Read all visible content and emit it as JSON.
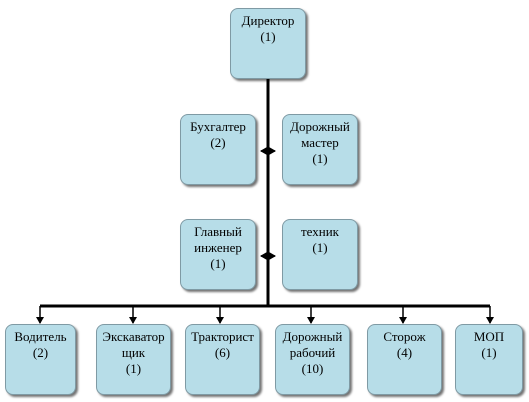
{
  "colors": {
    "box_fill": "#b7dde8",
    "box_border": "#7f9aa4",
    "connector": "#000000"
  },
  "nodes": {
    "director": {
      "name": "Директор",
      "count": "(1)"
    },
    "accountant": {
      "name": "Бухгалтер",
      "count": "(2)"
    },
    "road_master": {
      "name_line1": "Дорожный",
      "name_line2": "мастер",
      "count": "(1)"
    },
    "chief_engineer": {
      "name_line1": "Главный",
      "name_line2": "инженер",
      "count": "(1)"
    },
    "technician": {
      "name": "техник",
      "count": "(1)"
    },
    "driver": {
      "name": "Водитель",
      "count": "(2)"
    },
    "excavator": {
      "name_line1": "Экскаватор",
      "name_line2": "щик",
      "count": "(1)"
    },
    "tractor": {
      "name": "Тракторист",
      "count": "(6)"
    },
    "road_worker": {
      "name_line1": "Дорожный",
      "name_line2": "рабочий",
      "count": "(10)"
    },
    "guard": {
      "name": "Сторож",
      "count": "(4)"
    },
    "mop": {
      "name": "МОП",
      "count": "(1)"
    }
  }
}
